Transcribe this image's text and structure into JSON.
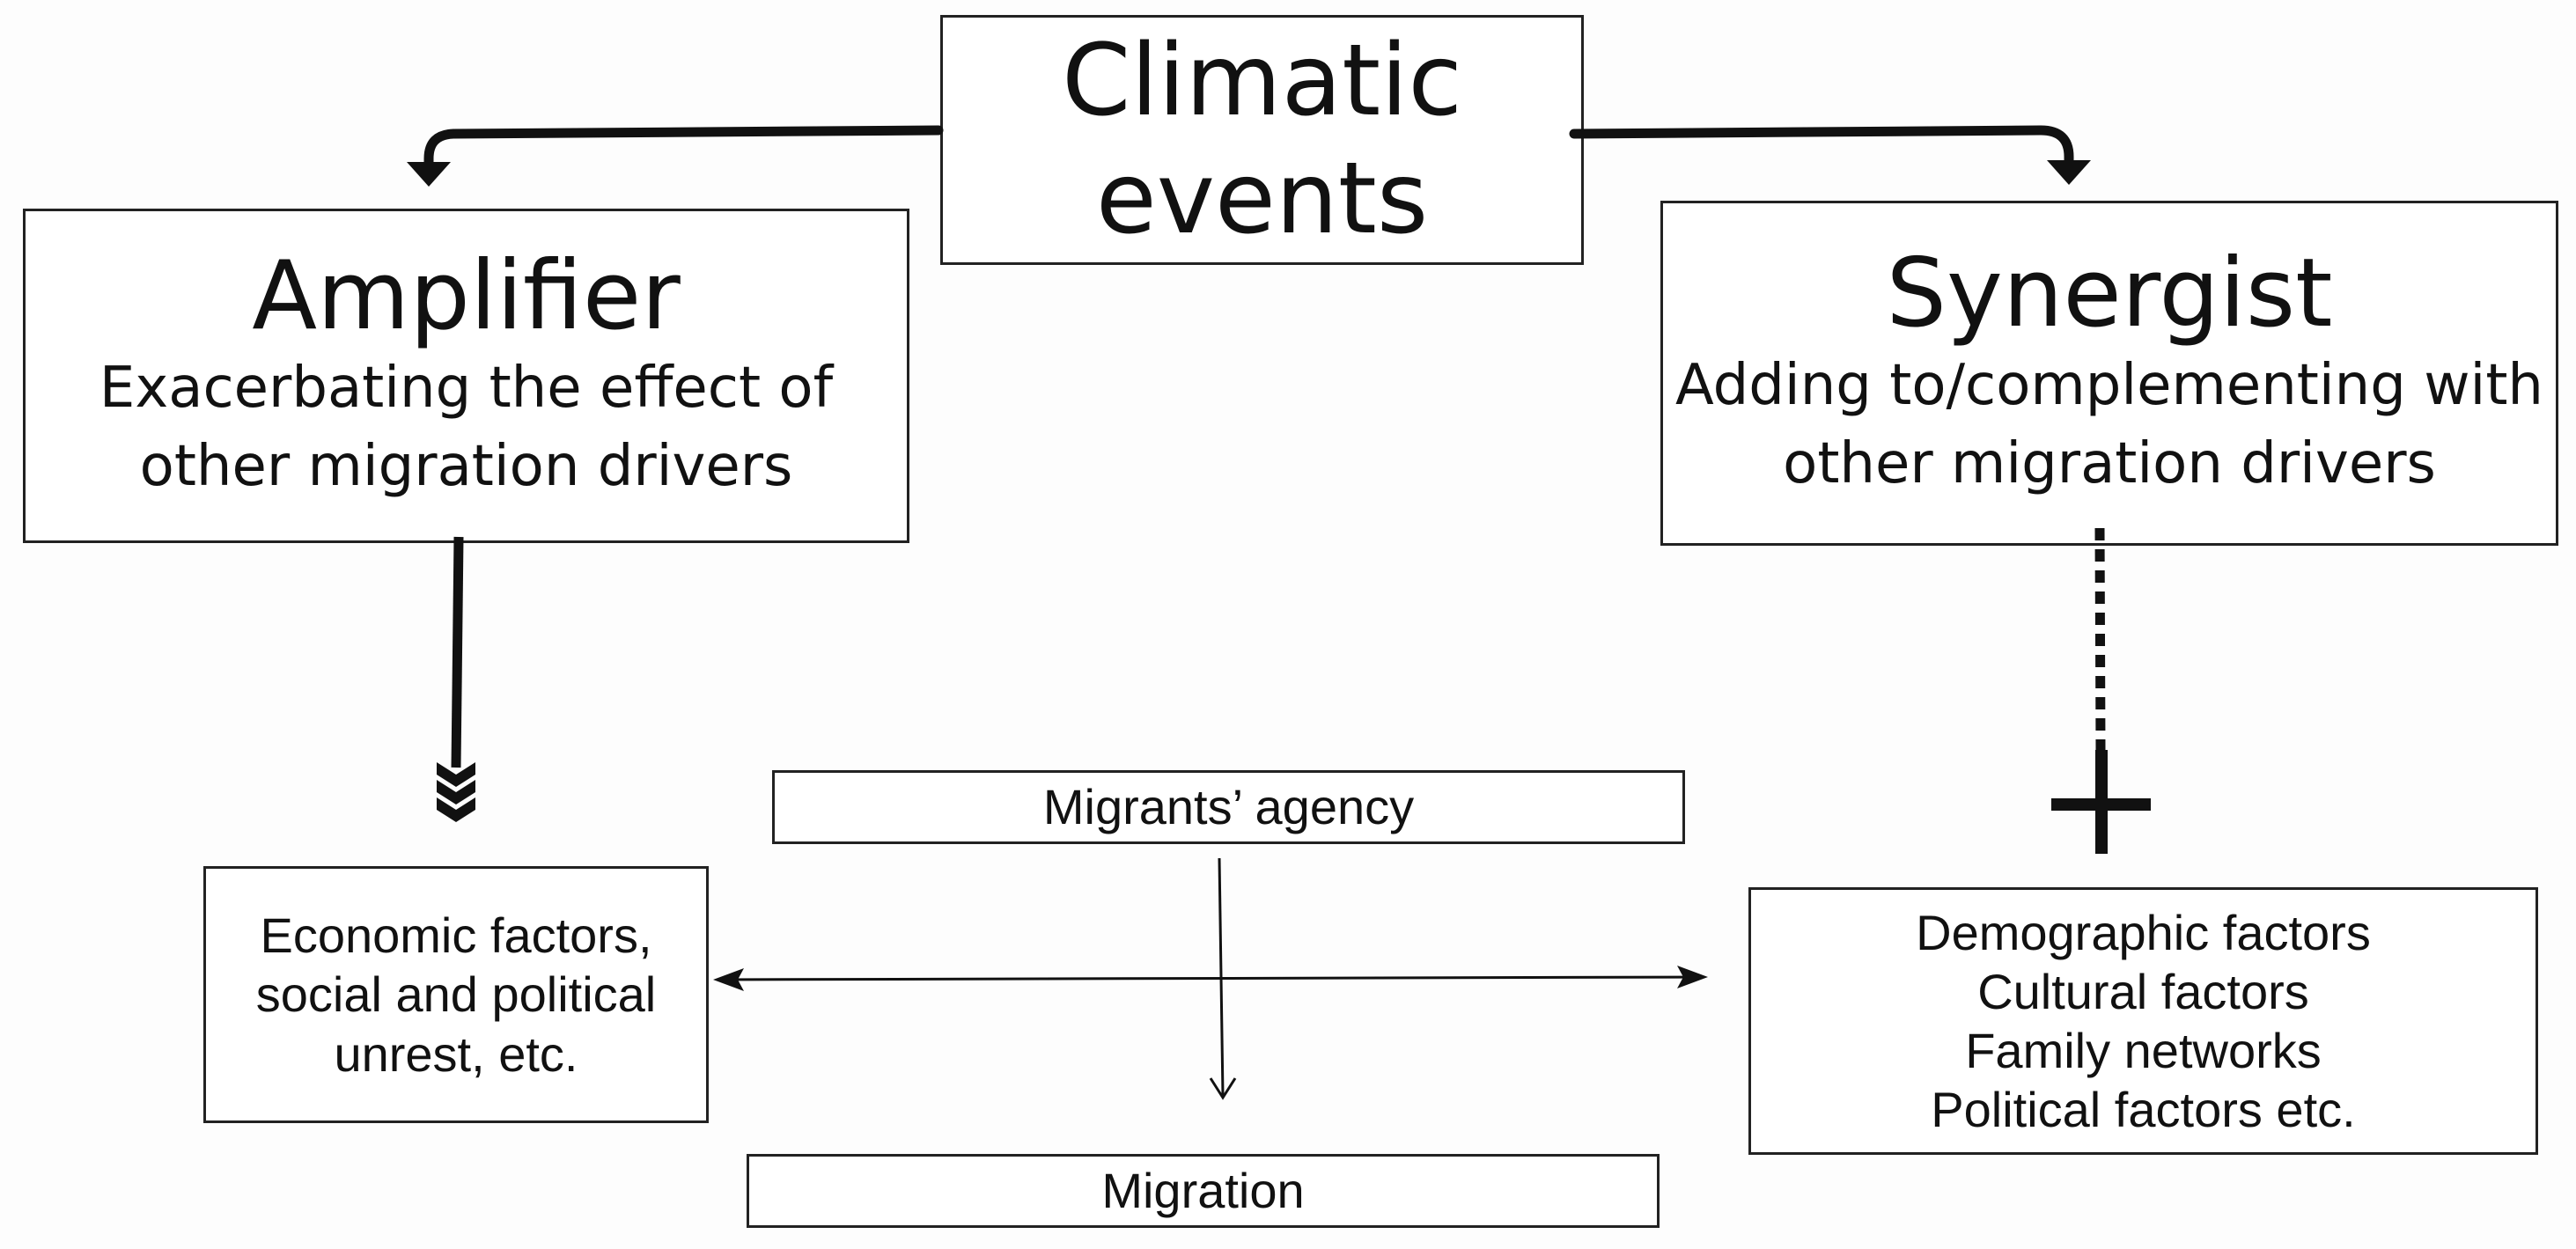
{
  "climatic": {
    "line1": "Climatic",
    "line2": "events"
  },
  "amplifier": {
    "title": "Amplifier",
    "sub1": "Exacerbating the effect of",
    "sub2": "other migration drivers"
  },
  "synergist": {
    "title": "Synergist",
    "sub1": "Adding to/complementing with",
    "sub2": "other migration drivers"
  },
  "economic": {
    "line1": "Economic factors,",
    "line2": "social and political",
    "line3": "unrest, etc."
  },
  "agency": {
    "label": "Migrants’ agency"
  },
  "demographic": {
    "line1": "Demographic factors",
    "line2": "Cultural factors",
    "line3": "Family networks",
    "line4": "Political factors etc."
  },
  "migration": {
    "label": "Migration"
  }
}
